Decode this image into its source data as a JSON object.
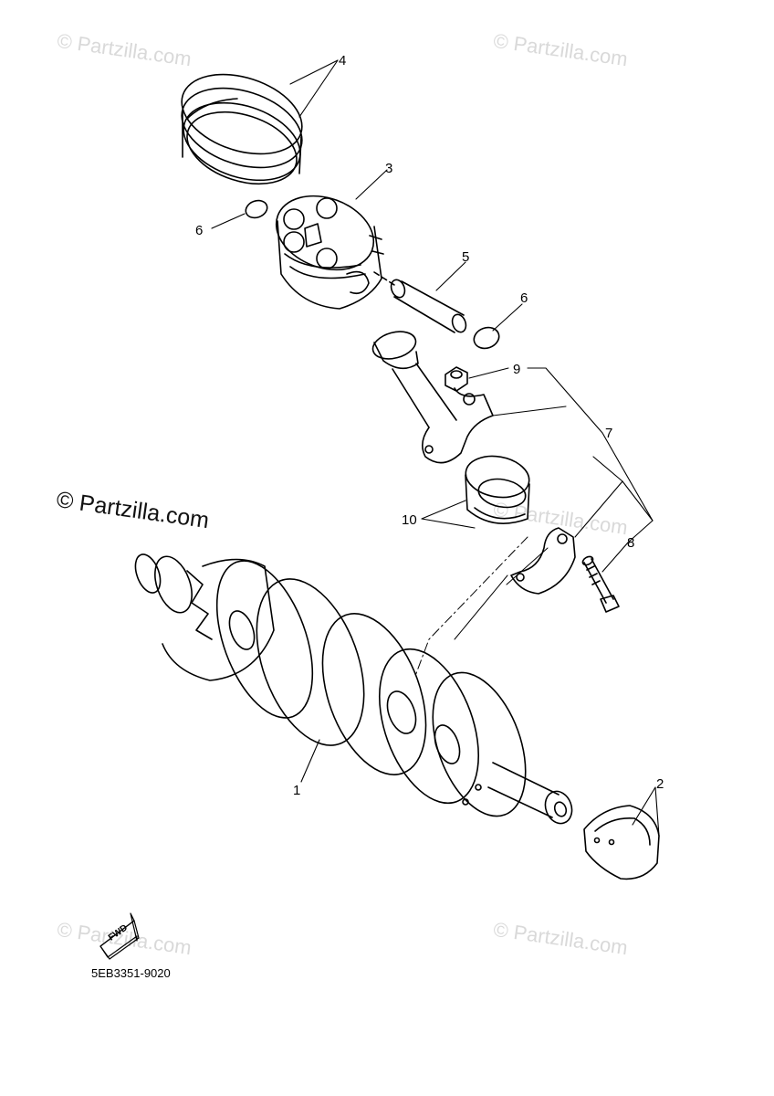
{
  "watermark": {
    "text": "© Partzilla.com"
  },
  "callouts": {
    "c1": "1",
    "c2": "2",
    "c3": "3",
    "c4": "4",
    "c5": "5",
    "c6a": "6",
    "c6b": "6",
    "c7": "7",
    "c8": "8",
    "c9": "9",
    "c10": "10"
  },
  "fwd_label": "FWD",
  "diagram_code": "5EB3351-9020"
}
